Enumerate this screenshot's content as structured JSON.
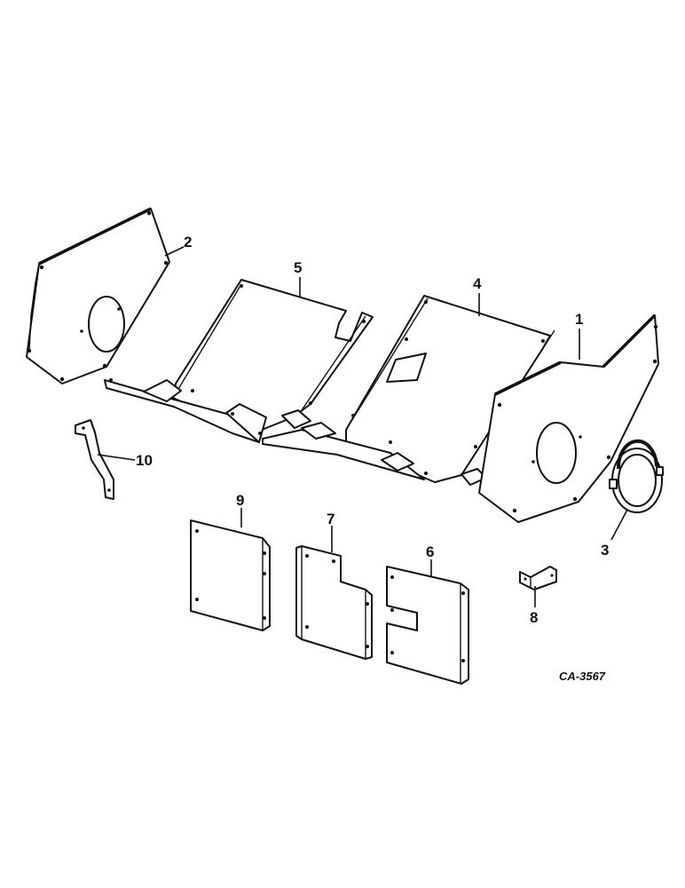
{
  "callouts": {
    "c1": "1",
    "c2": "2",
    "c3": "3",
    "c4": "4",
    "c5": "5",
    "c6": "6",
    "c7": "7",
    "c8": "8",
    "c9": "9",
    "c10": "10"
  },
  "drawing_code": "CA-3567"
}
